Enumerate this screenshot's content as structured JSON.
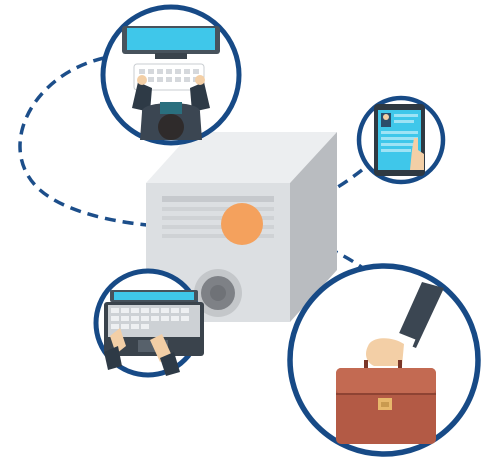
{
  "illustration": {
    "hub": "server-tower",
    "nodes": [
      {
        "id": "desktop-workstation",
        "icon": "desktop-user-icon"
      },
      {
        "id": "tablet",
        "icon": "tablet-touch-icon"
      },
      {
        "id": "laptop",
        "icon": "laptop-typing-icon"
      },
      {
        "id": "briefcase",
        "icon": "briefcase-hand-icon"
      }
    ],
    "colors": {
      "link_dashes": "#1c4e8a",
      "circle_border": "#174a86",
      "hub_connector": "#f4a15d",
      "server_light": "#e6e8ea",
      "server_mid": "#d3d6d9",
      "server_dark": "#b9bcc0",
      "briefcase": "#b35a45",
      "screen_cyan": "#3fc7ea"
    }
  }
}
